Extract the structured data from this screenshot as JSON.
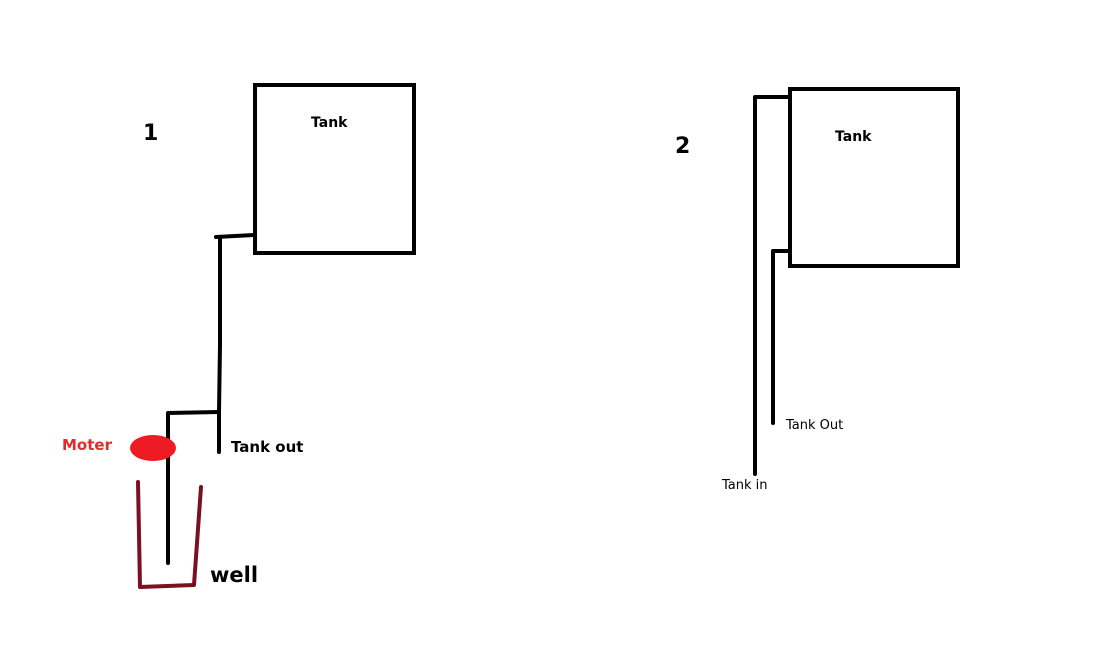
{
  "colors": {
    "line": "#000000",
    "well": "#7a1020",
    "motor": "#ed1c24",
    "motor_label": "#e32b2b"
  },
  "diagram1": {
    "number": "1",
    "tank_label": "Tank",
    "motor_label": "Moter",
    "tank_out_label": "Tank out",
    "well_label": "well"
  },
  "diagram2": {
    "number": "2",
    "tank_label": "Tank",
    "tank_out_label": "Tank Out",
    "tank_in_label": "Tank in"
  }
}
